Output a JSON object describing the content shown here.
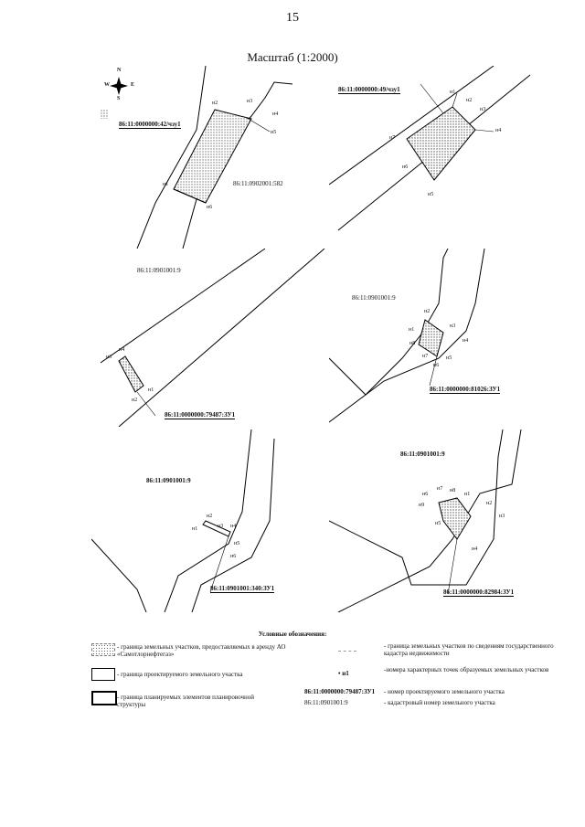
{
  "page": {
    "number": "15",
    "scale": "Масштаб (1:2000)"
  },
  "compass": {
    "n": "N",
    "s": "S",
    "w": "W",
    "e": "E"
  },
  "panel1": {
    "label_a": "86:11:0000000:42/чзу1",
    "label_b": "86:11:0902001:582",
    "points": [
      "н1",
      "н2",
      "н3",
      "н4",
      "н5",
      "н6"
    ]
  },
  "panel2": {
    "label_a": "86:11:0000000:49/чзу1",
    "points": [
      "н1",
      "н2",
      "н3",
      "н4",
      "н5",
      "н6",
      "н7"
    ]
  },
  "panel3": {
    "label_a": "86:11:0901001:9",
    "label_b": "86:11:0000000:79487:ЗУ1",
    "points": [
      "н1",
      "н2",
      "н3",
      "н4"
    ]
  },
  "panel4": {
    "label_a": "86:11:0901001:9",
    "label_b": "86:11:0000000:81026:ЗУ1",
    "points": [
      "н1",
      "н2",
      "н3",
      "н4",
      "н5",
      "н6",
      "н7",
      "н8"
    ]
  },
  "panel5": {
    "label_a": "86:11:0901001:9",
    "label_b": "86:11:0901001:340:ЗУ1",
    "points": [
      "н1",
      "н2",
      "н3",
      "н4",
      "н5",
      "н6"
    ]
  },
  "panel6": {
    "label_a": "86:11:0901001:9",
    "label_b": "86:11:0000000:82984:ЗУ1",
    "points": [
      "н1",
      "н2",
      "н3",
      "н4",
      "н5",
      "н6",
      "н7",
      "н8",
      "н9"
    ]
  },
  "legend": {
    "title": "Условные обозначения:",
    "items": [
      {
        "text": "- граница земельных участков, предоставляемых в аренду АО «Самотлорнефтегаз»"
      },
      {
        "text": "- граница проектируемого земельного участка"
      },
      {
        "text": "- граница планируемых элементов планировочной структуры"
      },
      {
        "text": "- граница земельных участков по сведениям государственного кадастра недвижимости"
      },
      {
        "marker": "• н1",
        "text": "-номера характерных точек образуемых земельных участков"
      },
      {
        "marker": "86:11:0000000:79487:ЗУ1",
        "text": "- номер проектируемого земельного участка"
      },
      {
        "marker": "86:11:0901001:9",
        "text": "- кадастровый номер земельного участка"
      }
    ]
  }
}
